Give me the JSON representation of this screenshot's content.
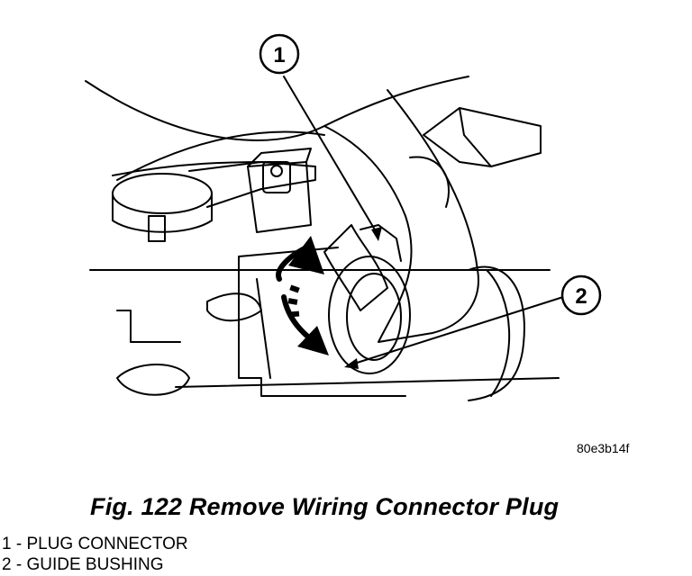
{
  "callouts": [
    {
      "number": "1"
    },
    {
      "number": "2"
    }
  ],
  "image_code": "80e3b14f",
  "caption": "Fig. 122 Remove Wiring Connector Plug",
  "legend": [
    {
      "number": "1",
      "text": " - PLUG CONNECTOR"
    },
    {
      "number": "2",
      "text": " - GUIDE BUSHING"
    }
  ]
}
